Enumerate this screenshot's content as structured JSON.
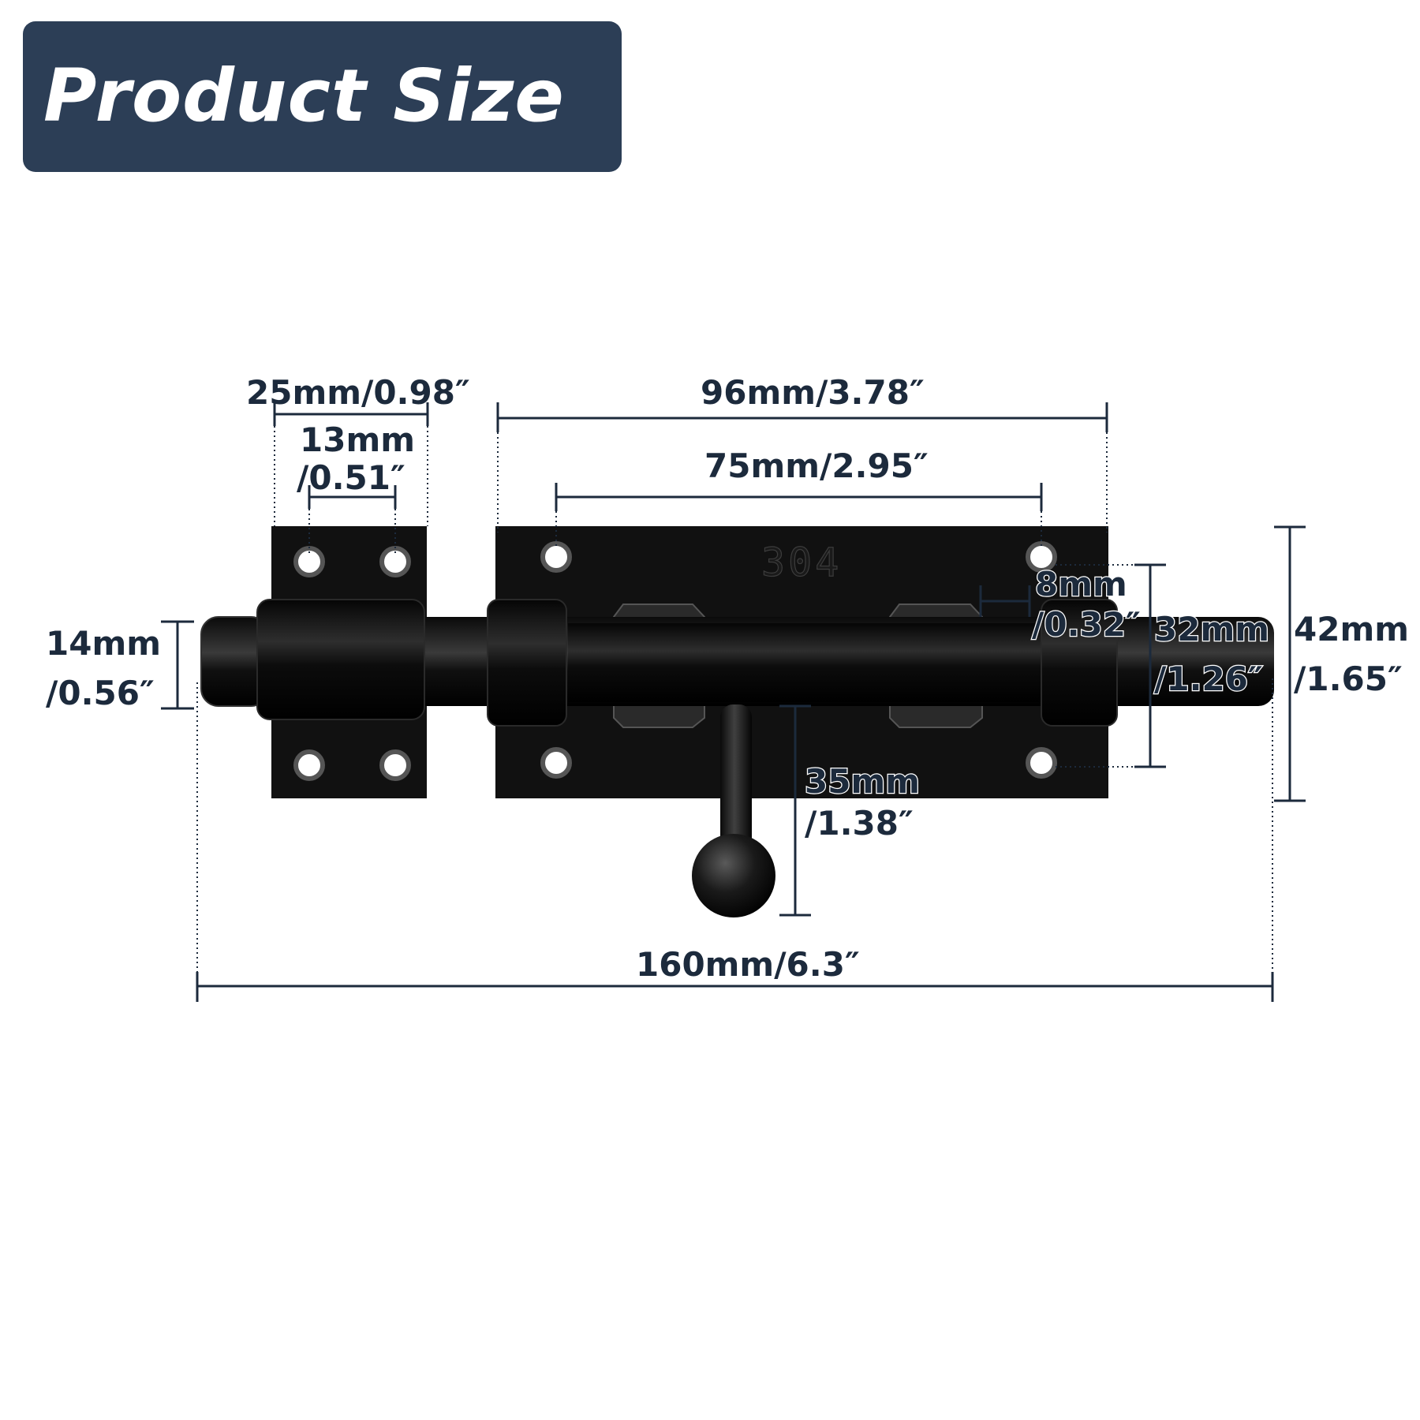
{
  "header": {
    "title": "Product Size",
    "badge_color": "#2c3e56",
    "title_color": "#ffffff"
  },
  "product": {
    "stamp": "304",
    "color": "#111111"
  },
  "dimensions": {
    "strike_width": "25mm/0.98″",
    "strike_hole_spacing_mm": "13mm",
    "strike_hole_spacing_in": "/0.51″",
    "plate_width": "96mm/3.78″",
    "plate_hole_spacing": "75mm/2.95″",
    "bolt_diameter_mm": "14mm",
    "bolt_diameter_in": "/0.56″",
    "hole_diameter_mm": "8mm",
    "hole_diameter_in": "/0.32″",
    "hole_vertical_spacing_mm": "32mm",
    "hole_vertical_spacing_in": "/1.26″",
    "plate_height_mm": "42mm",
    "plate_height_in": "/1.65″",
    "handle_length_mm": "35mm",
    "handle_length_in": "/1.38″",
    "overall_length": "160mm/6.3″",
    "line_color": "#1c2a3c"
  }
}
